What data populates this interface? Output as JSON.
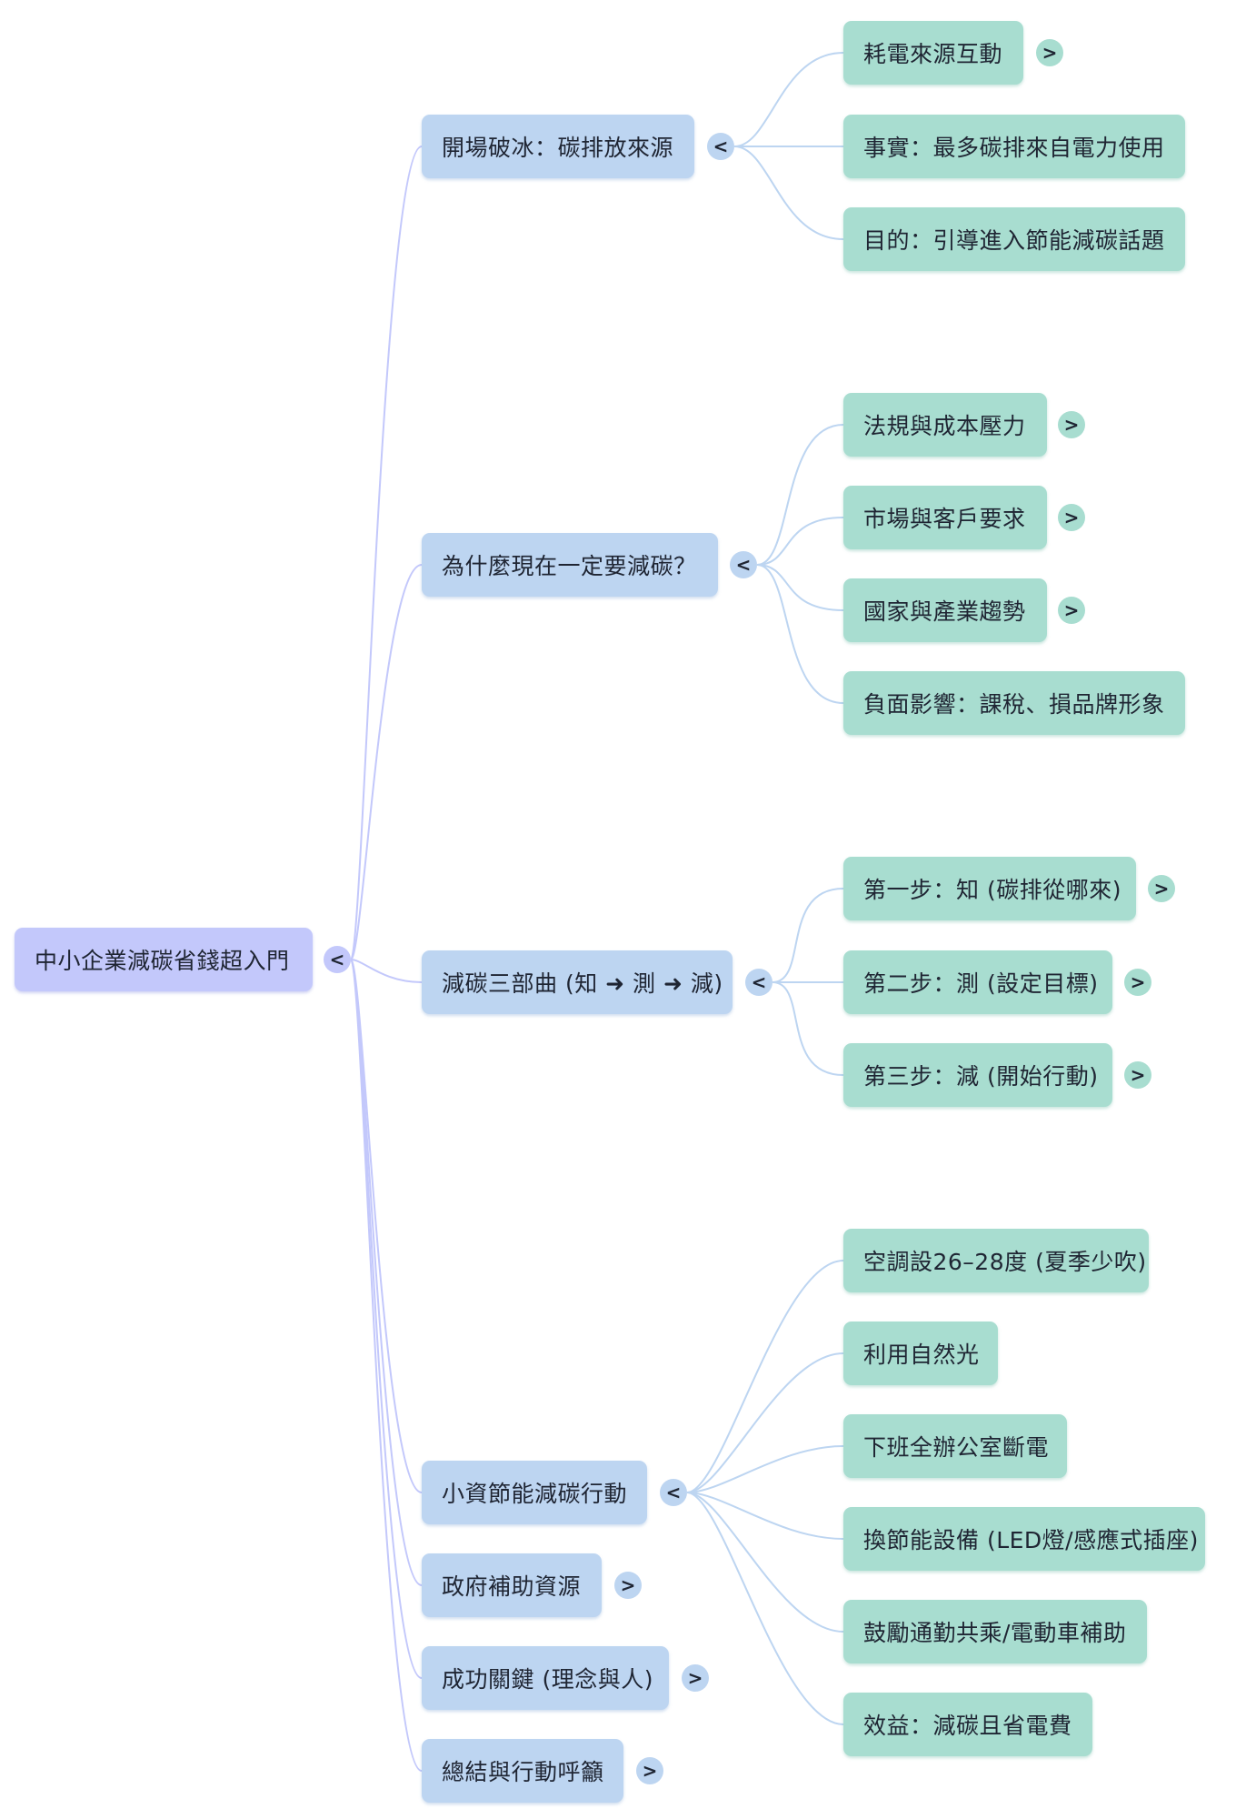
{
  "mindmap": {
    "root": {
      "label": "中小企業減碳省錢超入門",
      "toggle": "<"
    },
    "branches": [
      {
        "label": "開場破冰：碳排放來源",
        "toggle": "<",
        "children": [
          {
            "label": "耗電來源互動",
            "toggle": ">"
          },
          {
            "label": "事實：最多碳排來自電力使用"
          },
          {
            "label": "目的：引導進入節能減碳話題"
          }
        ]
      },
      {
        "label": "為什麼現在一定要減碳？",
        "toggle": "<",
        "children": [
          {
            "label": "法規與成本壓力",
            "toggle": ">"
          },
          {
            "label": "市場與客戶要求",
            "toggle": ">"
          },
          {
            "label": "國家與產業趨勢",
            "toggle": ">"
          },
          {
            "label": "負面影響：課稅、損品牌形象"
          }
        ]
      },
      {
        "label": "減碳三部曲 (知 ➜ 測 ➜ 減)",
        "toggle": "<",
        "children": [
          {
            "label": "第一步：知 (碳排從哪來)",
            "toggle": ">"
          },
          {
            "label": "第二步：測 (設定目標)",
            "toggle": ">"
          },
          {
            "label": "第三步：減 (開始行動)",
            "toggle": ">"
          }
        ]
      },
      {
        "label": "小資節能減碳行動",
        "toggle": "<",
        "children": [
          {
            "label": "空調設26–28度 (夏季少吹)"
          },
          {
            "label": "利用自然光"
          },
          {
            "label": "下班全辦公室斷電"
          },
          {
            "label": "換節能設備 (LED燈/感應式插座)"
          },
          {
            "label": "鼓勵通勤共乘/電動車補助"
          },
          {
            "label": "效益：減碳且省電費"
          }
        ]
      },
      {
        "label": "政府補助資源",
        "toggle": ">",
        "children": []
      },
      {
        "label": "成功關鍵 (理念與人)",
        "toggle": ">",
        "children": []
      },
      {
        "label": "總結與行動呼籲",
        "toggle": ">",
        "children": []
      }
    ]
  },
  "colors": {
    "root_fill": "#c3c8fb",
    "branch_fill": "#bdd5f1",
    "leaf_fill": "#a8ddd0",
    "root_link": "#c3c8fb",
    "branch_link": "#bdd5f1"
  }
}
